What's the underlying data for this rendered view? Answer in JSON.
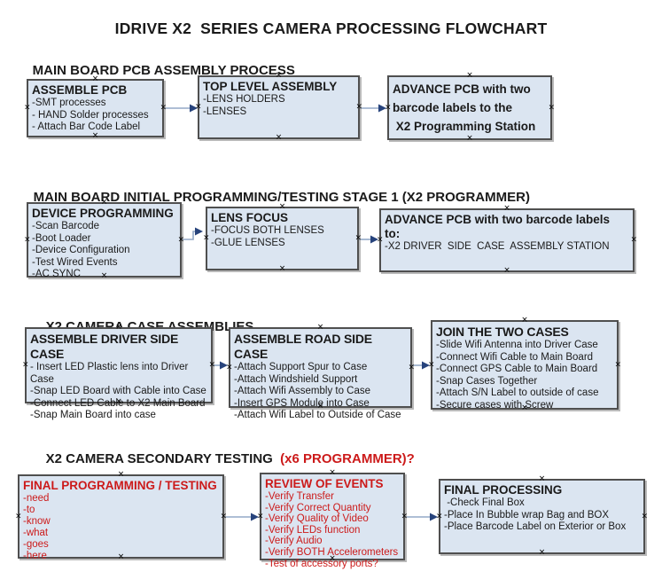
{
  "title": "IDRIVE X2  SERIES CAMERA PROCESSING FLOWCHART",
  "colors": {
    "box_fill": "#dbe5f1",
    "box_border": "#4f4f4f",
    "arrow_line": "#93a9c7",
    "arrow_head": "#27437c",
    "red_text": "#cc1a1a",
    "black_text": "#1a1a1a",
    "background": "#ffffff"
  },
  "sections": [
    {
      "heading": "MAIN BOARD PCB ASSEMBLY PROCESS",
      "boxes": [
        {
          "title": "ASSEMBLE PCB",
          "items": [
            "-SMT processes",
            "- HAND Solder processes",
            "- Attach Bar Code Label"
          ]
        },
        {
          "title": "TOP LEVEL ASSEMBLY",
          "items": [
            "-LENS HOLDERS",
            "-LENSES"
          ]
        },
        {
          "lines": [
            "ADVANCE PCB with two",
            "barcode labels to the",
            " X2 Programming Station"
          ]
        }
      ]
    },
    {
      "heading": "MAIN BOARD INITIAL PROGRAMMING/TESTING STAGE 1 (X2 PROGRAMMER)",
      "boxes": [
        {
          "title": "DEVICE PROGRAMMING",
          "items": [
            "-Scan Barcode",
            "-Boot Loader",
            "-Device Configuration",
            "-Test Wired Events",
            "-AC SYNC"
          ]
        },
        {
          "title": "LENS FOCUS",
          "items": [
            "-FOCUS BOTH LENSES",
            "-GLUE LENSES"
          ]
        },
        {
          "title": "ADVANCE PCB with two barcode labels to:",
          "items": [
            "-X2 DRIVER  SIDE  CASE  ASSEMBLY STATION"
          ]
        }
      ]
    },
    {
      "heading": "X2 CAMERA CASE ASSEMBLIES",
      "boxes": [
        {
          "title": "ASSEMBLE DRIVER SIDE CASE",
          "items": [
            "- Insert LED Plastic lens into Driver Case",
            "-Snap LED Board with Cable into Case",
            "-Connect LED Cable to X2 Main Board",
            "-Snap Main Board into case"
          ]
        },
        {
          "title": "ASSEMBLE ROAD SIDE CASE",
          "items": [
            "-Attach Support Spur to Case",
            "-Attach Windshield Support",
            "-Attach Wifi Assembly to Case",
            "-Insert GPS Module into Case",
            "-Attach Wifi Label to Outside of Case"
          ]
        },
        {
          "title": "JOIN THE TWO CASES",
          "items": [
            "-Slide Wifi Antenna into Driver Case",
            "-Connect Wifi Cable to Main Board",
            "-Connect GPS Cable to Main Board",
            "-Snap Cases Together",
            "-Attach S/N Label to outside of case",
            "-Secure cases with Screw"
          ]
        }
      ]
    },
    {
      "heading": "X2 CAMERA SECONDARY TESTING  ",
      "heading_red": "(x6 PROGRAMMER)?",
      "boxes": [
        {
          "title": "FINAL PROGRAMMING / TESTING",
          "items": [
            "-need",
            "-to",
            "-know",
            "-what",
            "-goes",
            "-here"
          ]
        },
        {
          "title": "REVIEW OF EVENTS",
          "items": [
            "-Verify Transfer",
            "-Verify Correct Quantity",
            "-Verify Quality of Video",
            "-Verify LEDs function",
            "-Verify Audio",
            "-Verify BOTH Accelerometers",
            "-Test of accessory ports?"
          ]
        },
        {
          "title": "FINAL PROCESSING",
          "items": [
            " -Check Final Box",
            "-Place In Bubble wrap Bag and BOX",
            "-Place Barcode Label on Exterior or Box"
          ]
        }
      ]
    }
  ],
  "connectors": [
    {
      "from": "ASSEMBLE PCB",
      "to": "TOP LEVEL ASSEMBLY",
      "type": "straight-arrow"
    },
    {
      "from": "TOP LEVEL ASSEMBLY",
      "to": "ADVANCE PCB (X2 Programming Station)",
      "type": "straight-arrow"
    },
    {
      "from": "DEVICE PROGRAMMING",
      "to": "LENS FOCUS",
      "type": "elbow-arrow"
    },
    {
      "from": "LENS FOCUS",
      "to": "ADVANCE PCB with two barcode labels to:",
      "type": "straight-arrow"
    },
    {
      "from": "ASSEMBLE DRIVER SIDE CASE",
      "to": "ASSEMBLE ROAD SIDE CASE",
      "type": "straight-arrow"
    },
    {
      "from": "ASSEMBLE ROAD SIDE CASE",
      "to": "JOIN THE TWO CASES",
      "type": "straight-arrow"
    },
    {
      "from": "FINAL PROGRAMMING / TESTING",
      "to": "REVIEW OF EVENTS",
      "type": "straight-arrow"
    },
    {
      "from": "REVIEW OF EVENTS",
      "to": "FINAL PROCESSING",
      "type": "straight-arrow"
    }
  ]
}
